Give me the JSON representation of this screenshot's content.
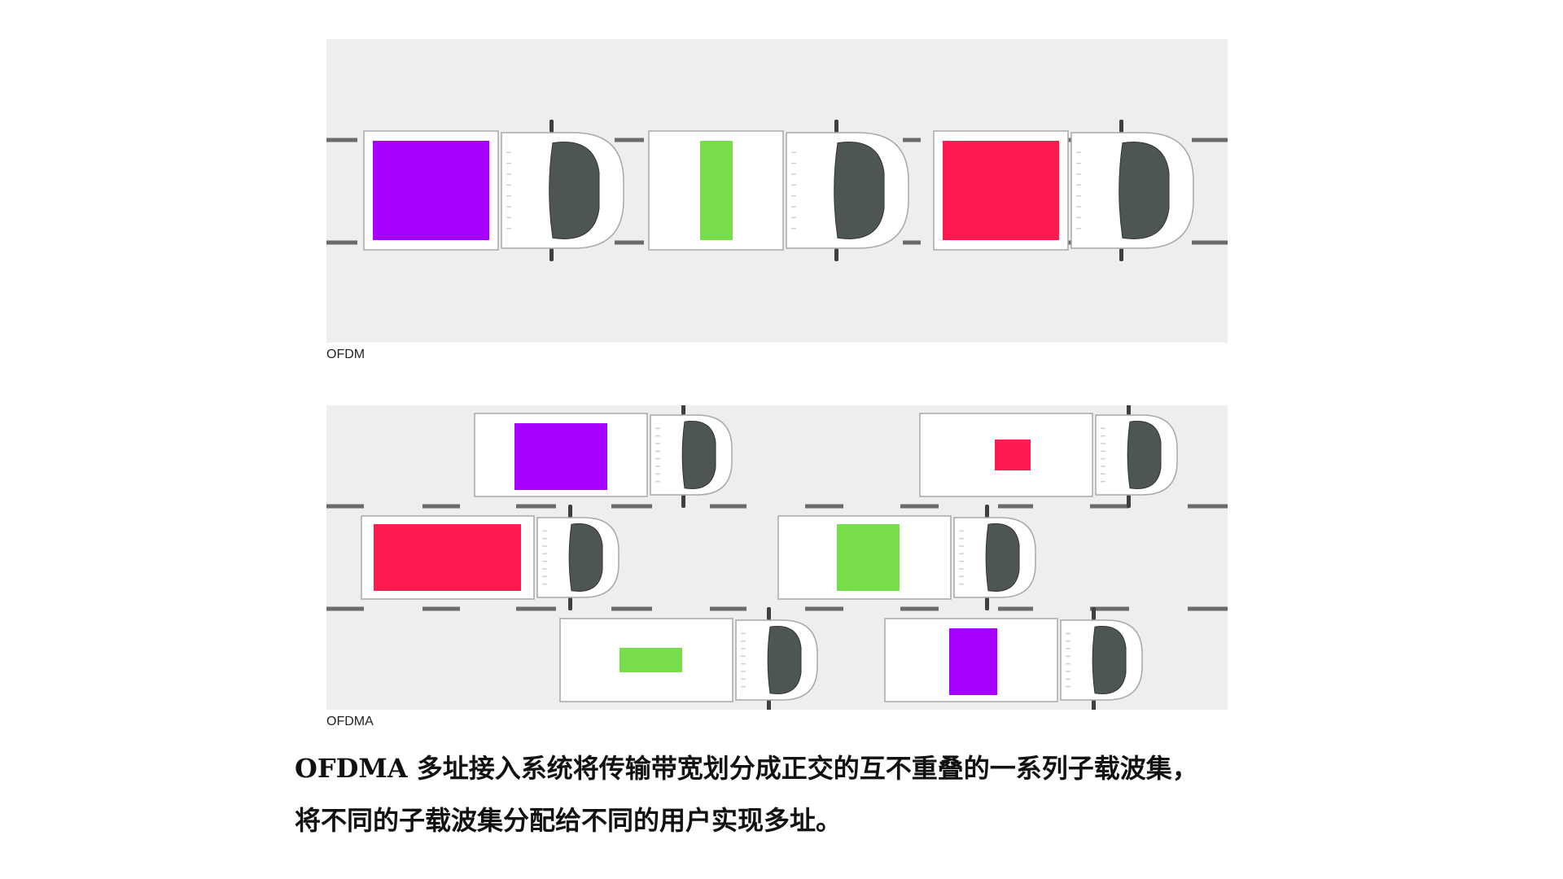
{
  "ofdm": {
    "caption": "OFDM",
    "trucks": [
      {
        "cargo_color": "#a600ff",
        "cargo_shape": "full"
      },
      {
        "cargo_color": "#77dd4a",
        "cargo_shape": "narrow"
      },
      {
        "cargo_color": "#ff1a4f",
        "cargo_shape": "full"
      }
    ]
  },
  "ofdma": {
    "caption": "OFDMA",
    "trucks": [
      {
        "lane": 1,
        "cargo_color": "#a600ff"
      },
      {
        "lane": 1,
        "cargo_color": "#ff1a4f"
      },
      {
        "lane": 2,
        "cargo_color": "#ff1a4f"
      },
      {
        "lane": 2,
        "cargo_color": "#77dd4a"
      },
      {
        "lane": 3,
        "cargo_color": "#77dd4a"
      },
      {
        "lane": 3,
        "cargo_color": "#a600ff"
      }
    ]
  },
  "description": {
    "line1": "OFDMA 多址接入系统将传输带宽划分成正交的互不重叠的一系列子载波集，",
    "line2": "将不同的子载波集分配给不同的用户实现多址。"
  }
}
